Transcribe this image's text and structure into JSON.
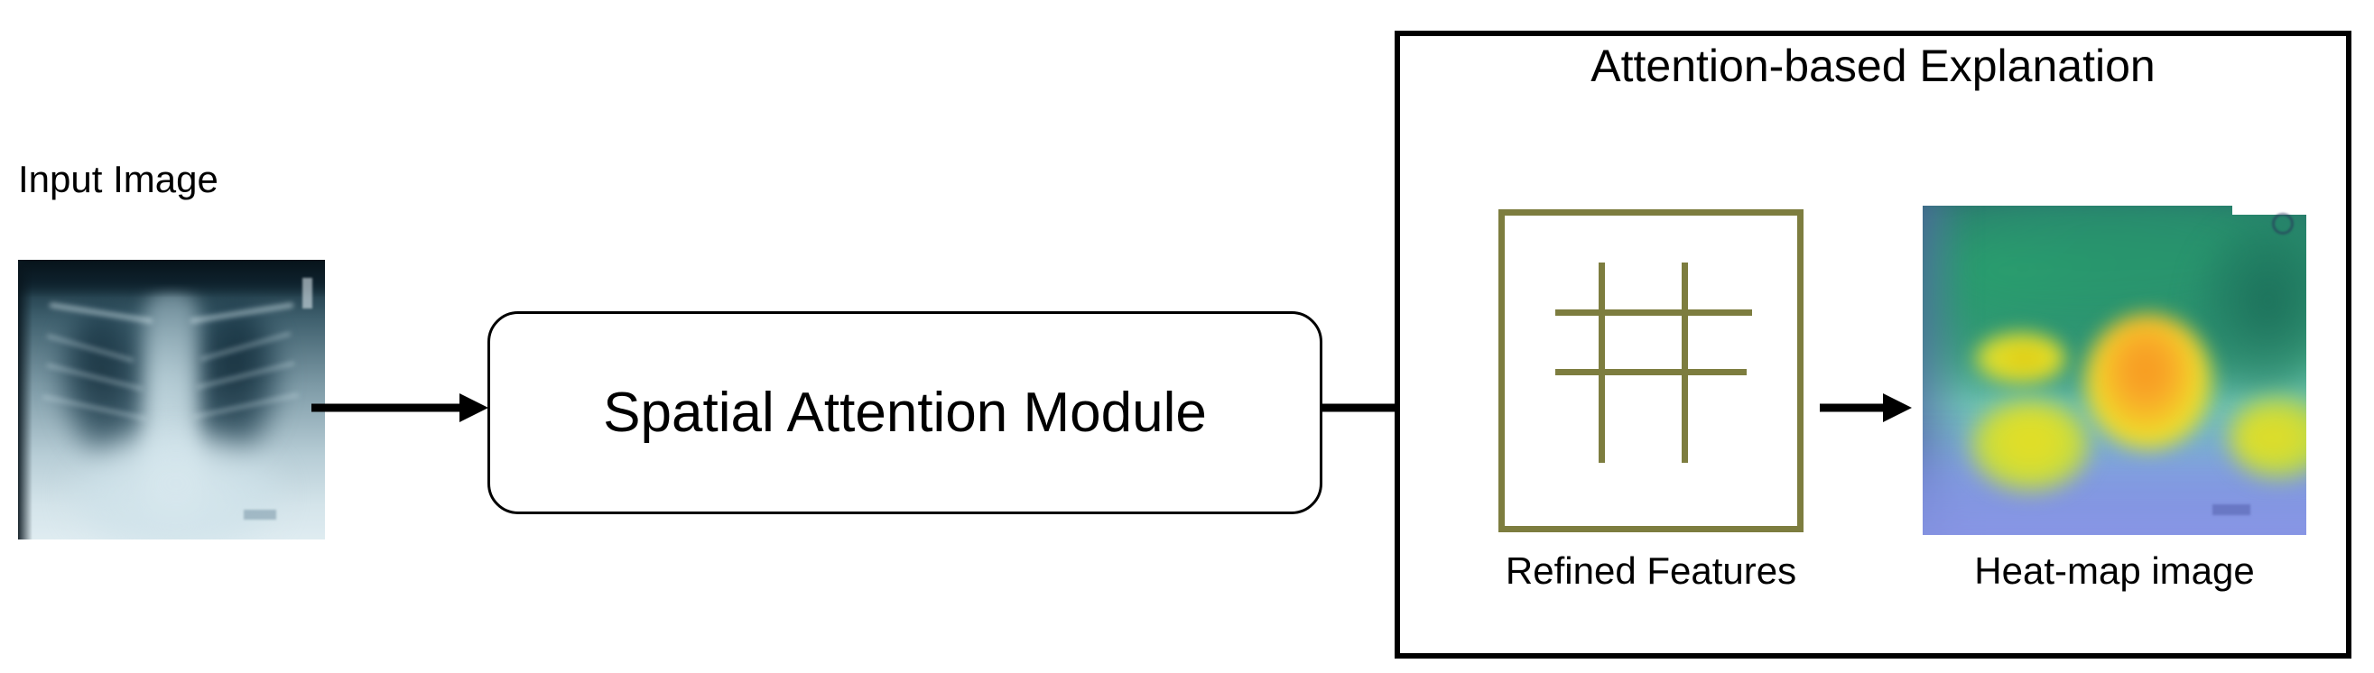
{
  "diagram": {
    "title": "Attention-based Explanation pipeline",
    "background_color": "#ffffff"
  },
  "input": {
    "label": "Input Image",
    "image_name": "chest-xray-image",
    "image_description": "Grayscale blue-toned chest radiograph (frontal view) showing lungs, spine and diaphragm"
  },
  "arrows": {
    "input_to_module": "arrow-right",
    "module_to_refined": "arrow-right",
    "refined_to_heatmap": "arrow-right"
  },
  "module": {
    "label": "Spatial Attention Module",
    "border_color": "#000000",
    "fill_color": "#ffffff"
  },
  "panel": {
    "title": "Attention-based Explanation",
    "border_color": "#000000"
  },
  "refined_features": {
    "label": "Refined Features",
    "accent_color": "#7d7d3f",
    "glyph": "grid-hash-icon"
  },
  "heatmap": {
    "label": "Heat-map image",
    "image_name": "attention-heatmap-image",
    "colormap": "jet",
    "image_description": "Jet-colormap attention heat-map overlaid on the chest radiograph: blue/purple background, green mid regions, yellow hotspots and a large orange peak near the center"
  }
}
